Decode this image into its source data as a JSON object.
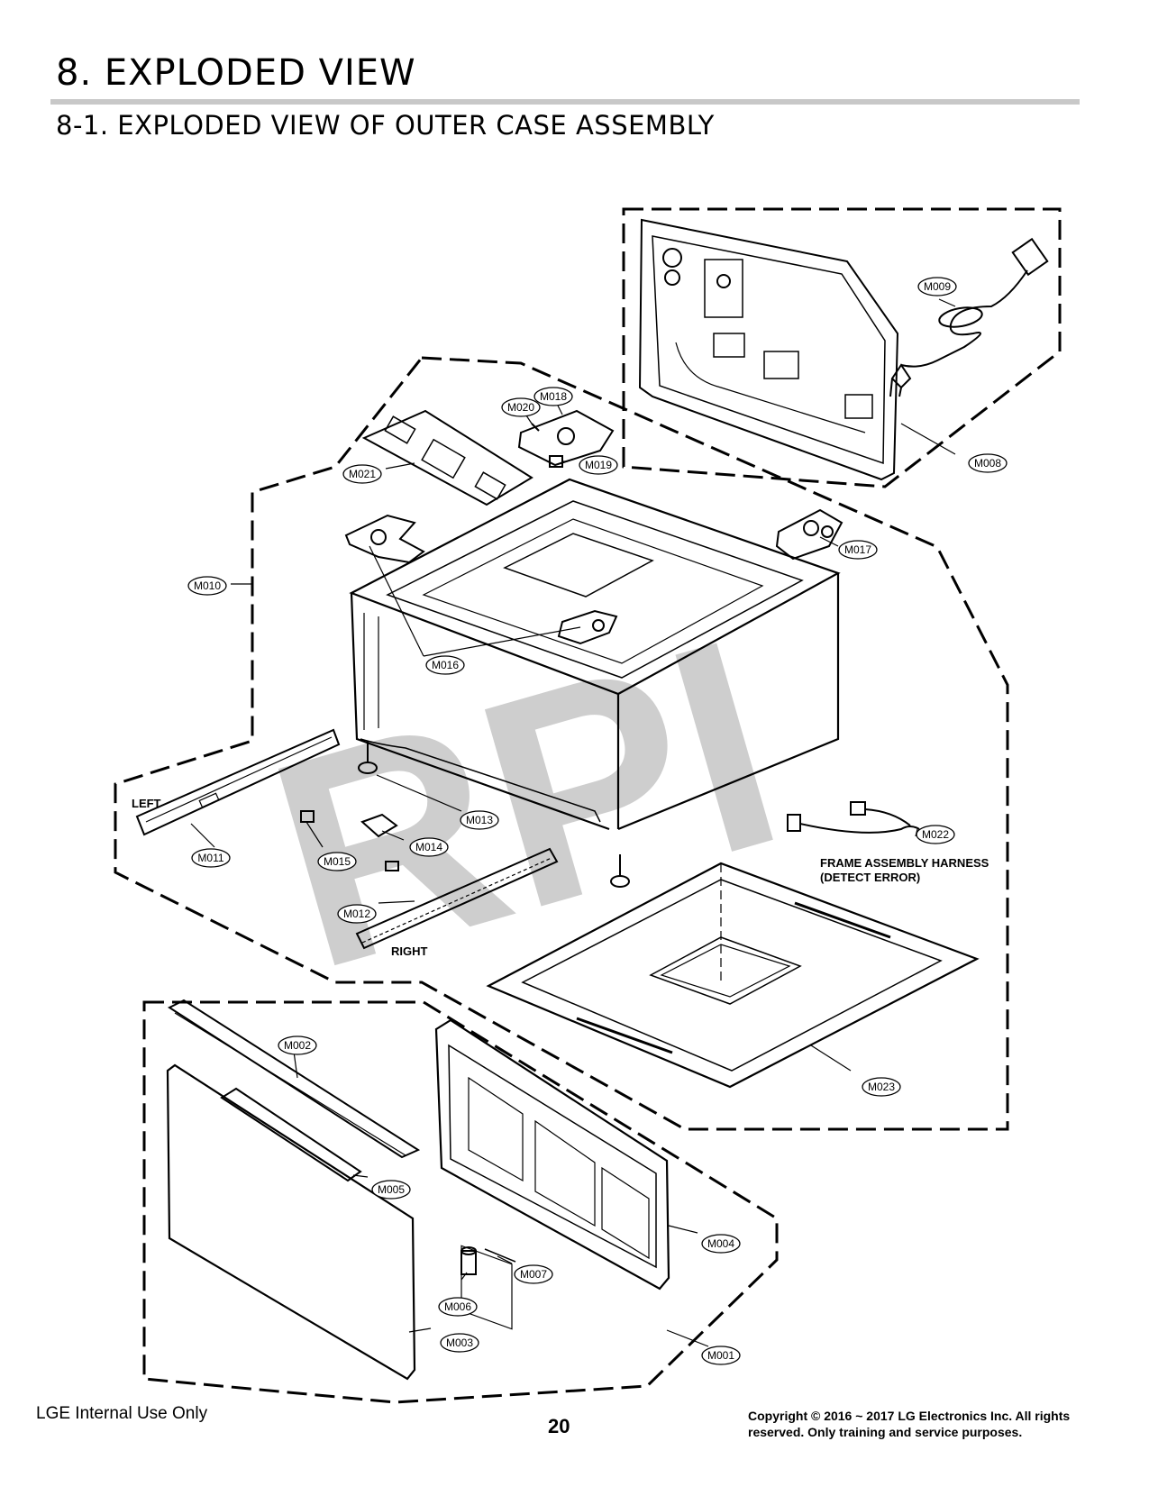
{
  "header": {
    "title": "8. EXPLODED VIEW",
    "subtitle": "8-1. EXPLODED VIEW OF OUTER CASE ASSEMBLY"
  },
  "diagram": {
    "watermark": "RPI",
    "labels": {
      "left": "LEFT",
      "right": "RIGHT",
      "harness_line1": "FRAME ASSEMBLY HARNESS",
      "harness_line2": "(DETECT ERROR)"
    },
    "callouts": [
      {
        "id": "m009",
        "text": "M009"
      },
      {
        "id": "m008",
        "text": "M008"
      },
      {
        "id": "m020",
        "text": "M020"
      },
      {
        "id": "m018",
        "text": "M018"
      },
      {
        "id": "m019",
        "text": "M019"
      },
      {
        "id": "m021",
        "text": "M021"
      },
      {
        "id": "m017",
        "text": "M017"
      },
      {
        "id": "m010",
        "text": "M010"
      },
      {
        "id": "m016",
        "text": "M016"
      },
      {
        "id": "m011",
        "text": "M011"
      },
      {
        "id": "m013",
        "text": "M013"
      },
      {
        "id": "m014",
        "text": "M014"
      },
      {
        "id": "m015",
        "text": "M015"
      },
      {
        "id": "m012",
        "text": "M012"
      },
      {
        "id": "m022",
        "text": "M022"
      },
      {
        "id": "m023",
        "text": "M023"
      },
      {
        "id": "m002",
        "text": "M002"
      },
      {
        "id": "m005",
        "text": "M005"
      },
      {
        "id": "m004",
        "text": "M004"
      },
      {
        "id": "m007",
        "text": "M007"
      },
      {
        "id": "m006",
        "text": "M006"
      },
      {
        "id": "m003",
        "text": "M003"
      },
      {
        "id": "m001",
        "text": "M001"
      }
    ]
  },
  "footer": {
    "left": "LGE Internal Use Only",
    "page": "20",
    "copyright_line1": "Copyright © 2016 ~ 2017 LG Electronics Inc. All rights",
    "copyright_line2": "reserved. Only training and service purposes."
  }
}
